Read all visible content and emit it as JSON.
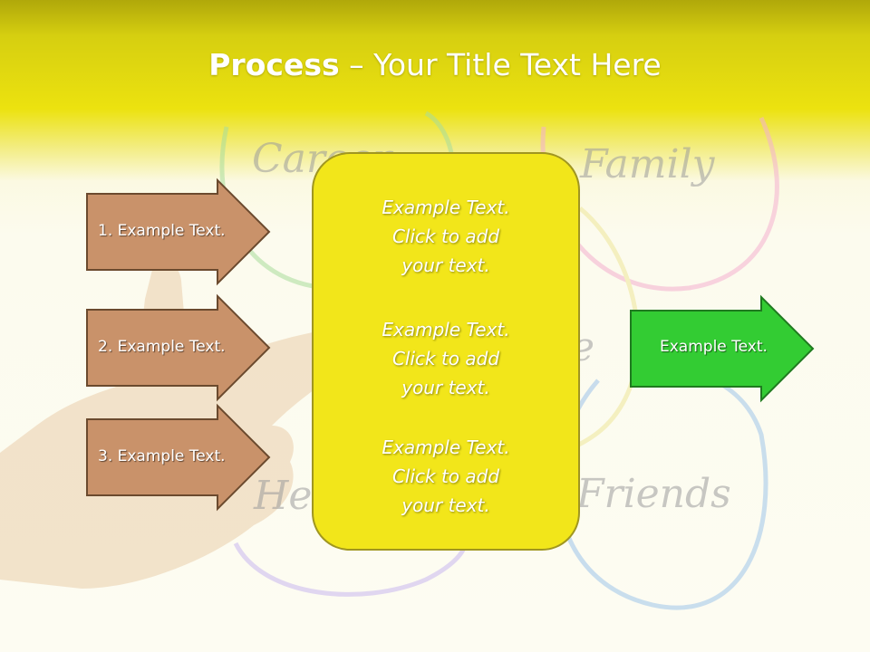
{
  "title": {
    "bold": "Process",
    "rest": " – Your Title Text Here"
  },
  "background_words": [
    "Career",
    "Family",
    "He",
    "Friends",
    "e"
  ],
  "left_arrows": [
    {
      "label": "1. Example Text."
    },
    {
      "label": "2. Example Text."
    },
    {
      "label": "3. Example Text."
    }
  ],
  "center_texts": [
    {
      "line1": "Example Text.",
      "line2": "Click  to add",
      "line3": "your text."
    },
    {
      "line1": "Example Text.",
      "line2": "Click  to add",
      "line3": "your text."
    },
    {
      "line1": "Example Text.",
      "line2": "Click  to add",
      "line3": "your text."
    }
  ],
  "right_arrow": {
    "label": "Example Text."
  },
  "colors": {
    "title_bar": "#e8df12",
    "left_arrow_fill": "#c9926a",
    "left_arrow_stroke": "#6b4a2e",
    "center_panel": "#f2e61a",
    "right_arrow_fill": "#33cc33",
    "right_arrow_stroke": "#1f7a1f"
  }
}
